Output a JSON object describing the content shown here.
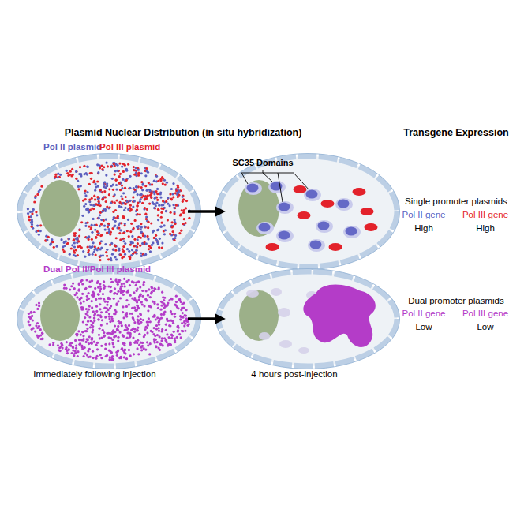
{
  "diagram": {
    "title": "Plasmid Nuclear Distribution (in situ hybridization)",
    "labels": [
      "Pol II plasmid",
      "Pol III plasmid",
      "SC35 Domains",
      "Dual Pol II/Pol III plasmid",
      "Immediately following injection",
      "4 hours post-injection",
      "Transgene Expression",
      "Single promoter plasmids",
      "Pol II gene",
      "Pol III gene",
      "High",
      "High",
      "Dual promoter plasmids",
      "Pol II gene",
      "Pol III gene",
      "Low",
      "Low"
    ]
  }
}
